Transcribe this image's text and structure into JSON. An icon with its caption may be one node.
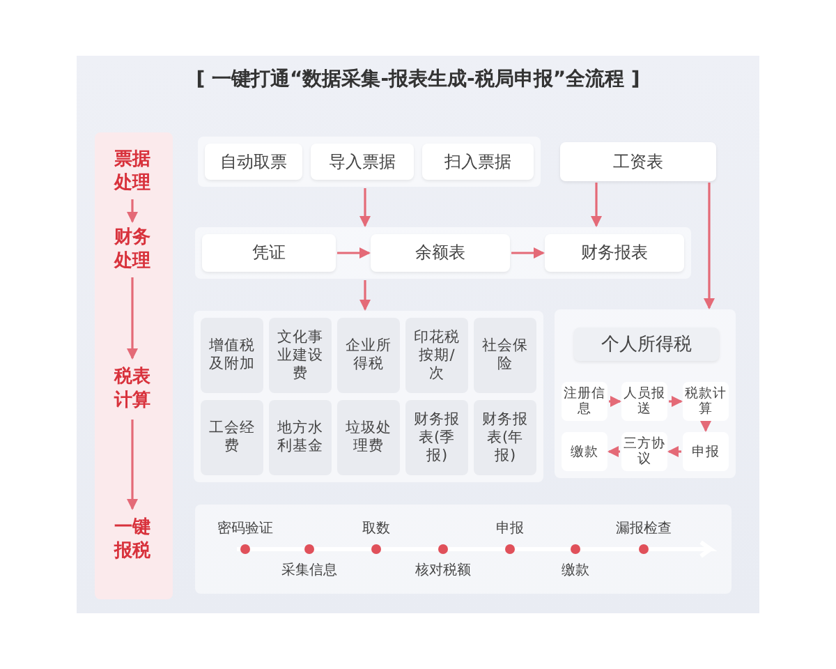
{
  "diagram": {
    "title": "[ 一键打通“**数据采集-报表生成-税局申报**”全流程 ]",
    "nodes": [
      {
        "text": [
          "票据处理"
        ]
      },
      {
        "text": [
          "财务处理"
        ]
      },
      {
        "text": [
          "税表计算"
        ]
      },
      {
        "text": [
          "一键报税"
        ]
      },
      {
        "text": [],
        "shape": "box"
      },
      {
        "text": [
          "自动取票"
        ],
        "in": 4
      },
      {
        "text": [
          "导入票据"
        ],
        "in": 4
      },
      {
        "text": [
          "扫入票据"
        ],
        "in": 4
      },
      {
        "text": [
          "工资表"
        ]
      },
      {
        "text": [],
        "shape": "box"
      },
      {
        "text": [
          "凭证"
        ],
        "in": 9
      },
      {
        "text": [
          "余额表"
        ],
        "in": 9
      },
      {
        "text": [
          "财务报表"
        ],
        "in": 9
      },
      {
        "text": [],
        "shape": "box"
      },
      {
        "text": [
          "增值税及附加"
        ],
        "in": 13
      },
      {
        "text": [
          "文化事业建设费"
        ],
        "in": 13
      },
      {
        "text": [
          "企业所得税"
        ],
        "in": 13
      },
      {
        "text": [
          "印花税按期/次"
        ],
        "in": 13
      },
      {
        "text": [
          "社会保险"
        ],
        "in": 13
      },
      {
        "text": [
          "工会经费"
        ],
        "in": 13
      },
      {
        "text": [
          "地方水利基金"
        ],
        "in": 13
      },
      {
        "text": [
          "垃圾处理费"
        ],
        "in": 13
      },
      {
        "text": [
          "财务报表(季报)"
        ],
        "in": 13
      },
      {
        "text": [
          "财务报表(年报)"
        ],
        "in": 13
      },
      {
        "text": [],
        "shape": "box"
      },
      {
        "text": [
          "个人所得税"
        ],
        "in": 24
      },
      {
        "text": [
          "注册信息"
        ],
        "in": 24
      },
      {
        "text": [
          "人员报送"
        ],
        "in": 24
      },
      {
        "text": [
          "税款计算"
        ],
        "in": 24
      },
      {
        "text": [
          "缴款"
        ],
        "in": 24
      },
      {
        "text": [
          "三方协议"
        ],
        "in": 24
      },
      {
        "text": [
          "申报"
        ],
        "in": 24
      }
    ],
    "edges": [
      {
        "from": 0,
        "to": 1,
        "arrow": "to"
      },
      {
        "from": 1,
        "to": 2,
        "arrow": "to"
      },
      {
        "from": 2,
        "to": 3,
        "arrow": "to"
      },
      {
        "from": 4,
        "to": 9,
        "arrow": "to"
      },
      {
        "from": 8,
        "to": 9,
        "arrow": "to"
      },
      {
        "from": 8,
        "to": 24,
        "arrow": "to"
      },
      {
        "from": 9,
        "to": 13,
        "arrow": "to"
      },
      {
        "from": 10,
        "to": 11,
        "arrow": "to"
      },
      {
        "from": 11,
        "to": 12,
        "arrow": "to"
      },
      {
        "from": 26,
        "to": 27,
        "arrow": "to"
      },
      {
        "from": 27,
        "to": 28,
        "arrow": "to"
      },
      {
        "from": 28,
        "to": 31,
        "arrow": "to"
      },
      {
        "from": 31,
        "to": 30,
        "arrow": "to"
      },
      {
        "from": 30,
        "to": 29,
        "arrow": "to"
      }
    ],
    "labels": [
      "密码验证",
      "取数",
      "申报",
      "漏报检查",
      "采集信息",
      "核对税额",
      "缴款"
    ]
  }
}
